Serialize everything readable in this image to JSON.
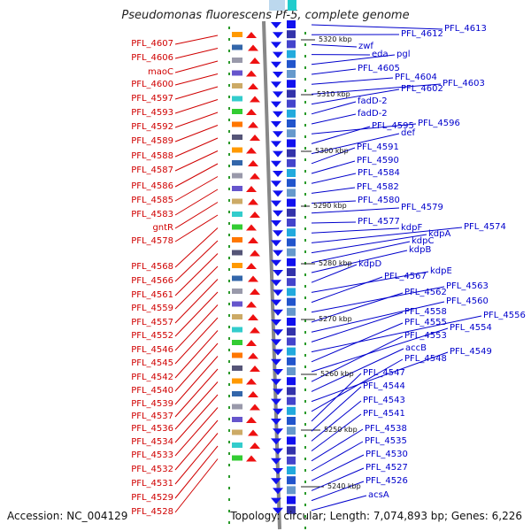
{
  "title": "Pseudomonas fluorescens Pf-5, complete genome",
  "accession": "Accession: NC_004129",
  "stats": "Topology: circular; Length: 7,074,893 bp; Genes: 6,226",
  "colors": {
    "left_label": "#d00000",
    "right_label": "#0000cc",
    "forward_strand": "#ee1111",
    "reverse_strand": "#1111ee",
    "axis": "#888888",
    "tick": "#2a9a2a"
  },
  "scale_labels": [
    "5320 kbp",
    "5310 kbp",
    "5300 kbp",
    "5290 kbp",
    "5280 kbp",
    "5270 kbp",
    "5260 kbp",
    "5250 kbp",
    "5240 kbp"
  ],
  "left_genes": [
    "PFL_4607",
    "PFL_4606",
    "maoC",
    "PFL_4600",
    "PFL_4597",
    "PFL_4593",
    "PFL_4592",
    "PFL_4589",
    "PFL_4588",
    "PFL_4587",
    "PFL_4586",
    "PFL_4585",
    "PFL_4583",
    "gntR",
    "PFL_4578",
    "PFL_4568",
    "PFL_4566",
    "PFL_4561",
    "PFL_4559",
    "PFL_4557",
    "PFL_4552",
    "PFL_4546",
    "PFL_4545",
    "PFL_4542",
    "PFL_4540",
    "PFL_4539",
    "PFL_4537",
    "PFL_4536",
    "PFL_4534",
    "PFL_4533",
    "PFL_4532",
    "PFL_4531",
    "PFL_4529",
    "PFL_4528"
  ],
  "right_genes": [
    "PFL_4613",
    "PFL_4612",
    "zwf",
    "eda",
    "pgl",
    "PFL_4605",
    "PFL_4604",
    "PFL_4603",
    "PFL_4602",
    "fadD-2",
    "fadD-2",
    "PFL_4596",
    "PFL_4595",
    "def",
    "PFL_4591",
    "PFL_4590",
    "PFL_4584",
    "PFL_4582",
    "PFL_4580",
    "PFL_4579",
    "PFL_4577",
    "kdpF",
    "PFL_4574",
    "kdpA",
    "kdpC",
    "kdpB",
    "kdpD",
    "kdpE",
    "PFL_4567",
    "PFL_4563",
    "PFL_4562",
    "PFL_4560",
    "PFL_4558",
    "PFL_4556",
    "PFL_4555",
    "PFL_4554",
    "PFL_4553",
    "accB",
    "PFL_4549",
    "PFL_4548",
    "PFL_4547",
    "PFL_4544",
    "PFL_4543",
    "PFL_4541",
    "PFL_4538",
    "PFL_4535",
    "PFL_4530",
    "PFL_4527",
    "PFL_4526",
    "acsA"
  ]
}
